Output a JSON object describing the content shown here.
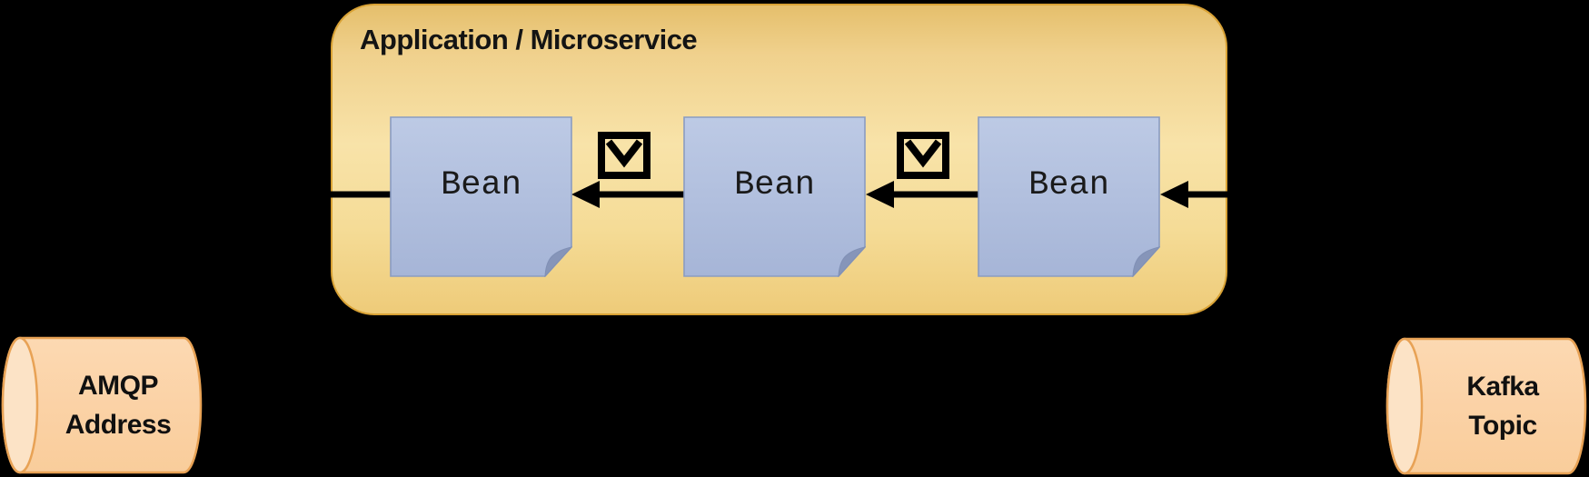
{
  "diagram": {
    "background_color": "#000000",
    "application": {
      "title": "Application / Microservice",
      "box_style": {
        "fill_top": "#e5bf6c",
        "fill_mid": "#f8e3a9",
        "fill_bottom": "#eecb79",
        "border": "#d9a235"
      },
      "beans": [
        {
          "label": "Bean"
        },
        {
          "label": "Bean"
        },
        {
          "label": "Bean"
        }
      ],
      "bean_style": {
        "fill_top": "#bdcae5",
        "fill_bottom": "#a6b5d7",
        "border": "#8a9cc2",
        "fold": "#8695b9"
      }
    },
    "messages": {
      "icon": "envelope",
      "icon_count": 2,
      "arrow_color": "#000000",
      "flow_direction": "right-to-left"
    },
    "endpoints": [
      {
        "line1": "AMQP",
        "line2": "Address"
      },
      {
        "line1": "Kafka",
        "line2": "Topic"
      }
    ],
    "endpoint_style": {
      "fill": "#fbd2a6",
      "cap_fill": "#fce3c6",
      "border": "#e8a255"
    }
  }
}
